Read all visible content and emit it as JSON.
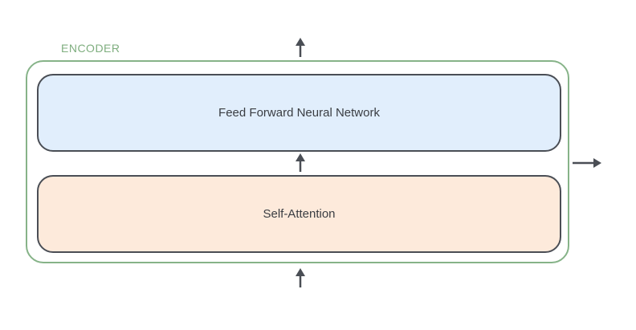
{
  "encoder": {
    "label": "ENCODER"
  },
  "layers": {
    "feed_forward": "Feed Forward Neural Network",
    "self_attention": "Self-Attention"
  },
  "colors": {
    "encoder_border": "#86b388",
    "encoder_label": "#7fae7f",
    "layer_border": "#4a4e55",
    "ffnn_fill": "#e1eefc",
    "attention_fill": "#fdeadb",
    "arrow": "#4a4e55"
  }
}
